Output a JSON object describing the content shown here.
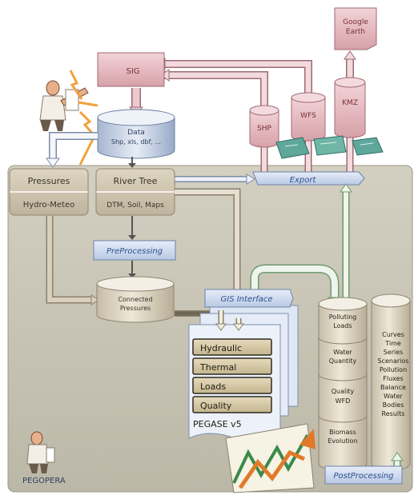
{
  "top": {
    "sig": "SIG",
    "data_title": "Data",
    "data_formats": "Shp, xls, dbf, ...",
    "shp": "SHP",
    "wfs": "WFS",
    "kmz": "KMZ",
    "google_line1": "Google",
    "google_line2": "Earth",
    "export": "Export"
  },
  "panel": {
    "pressures": "Pressures",
    "hydro_meteo": "Hydro-Meteo",
    "river_tree": "River Tree",
    "dtm": "DTM, Soil, Maps",
    "preprocessing": "PreProcessing",
    "connected_line1": "Connected",
    "connected_line2": "Pressures",
    "gis_interface": "GIS Interface",
    "modules": [
      "Hydraulic",
      "Thermal",
      "Loads",
      "Quality"
    ],
    "pegase": "PEGASE v5",
    "results_cyl": [
      [
        "Polluting",
        "Loads"
      ],
      [
        "Water",
        "Quantity"
      ],
      [
        "Quality",
        "WFD"
      ],
      [
        "Biomass",
        "Evolution"
      ]
    ],
    "outputs": [
      "Curves",
      "Time",
      "Series",
      "Scenarios",
      "Pollution",
      "Fluxes",
      "Balance",
      "Water",
      "Bodies",
      "Results"
    ],
    "postprocessing": "PostProcessing",
    "pegopera": "PEGOPERA"
  },
  "colors": {
    "panel": "#c9c5b6",
    "pink": "#e6b8bf",
    "blue_box": "#d2def2",
    "label_blue": "#2d4f8c",
    "cylinder": "#d6cfbf",
    "module": "#d9cba6"
  }
}
